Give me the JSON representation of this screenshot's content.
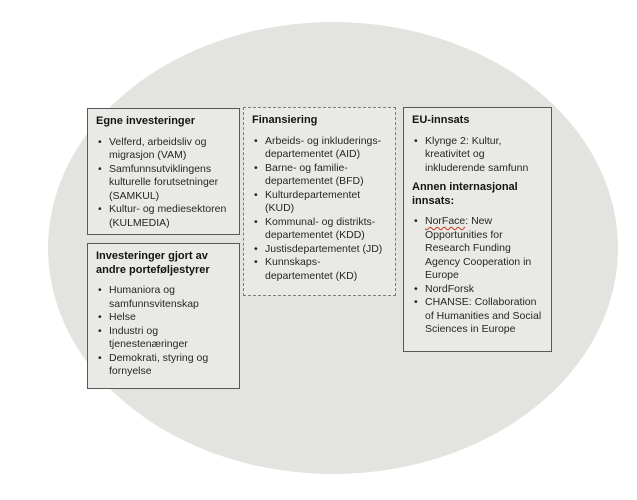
{
  "colors": {
    "page_background": "#ffffff",
    "ellipse_fill": "#e3e3df",
    "box_fill": "#e9e9e5",
    "box_border": "#585858",
    "dashed_border": "#7c7c7c",
    "spellcheck_underline": "#cc3322",
    "text": "#262626"
  },
  "boxes": {
    "own_investments": {
      "title": "Egne investeringer",
      "bullets": [
        "Velferd, arbeidsliv og\nmigrasjon (VAM)",
        "Samfunnsutviklingens\nkulturelle forutsetninger\n(SAMKUL)",
        "Kultur- og mediesektoren\n(KULMEDIA)"
      ]
    },
    "other_portfolios": {
      "title": "Investeringer gjort av\nandre porteføljestyrer",
      "bullets": [
        "Humaniora og\nsamfunnsvitenskap",
        "Helse",
        "Industri og\ntjenestenæringer",
        "Demokrati, styring og\nfornyelse"
      ]
    },
    "financing": {
      "title": "Finansiering",
      "bullets": [
        "Arbeids- og inkluderings-\ndepartementet (AID)",
        "Barne- og familie-\ndepartementet (BFD)",
        "Kulturdepartementet\n(KUD)",
        "Kommunal- og distrikts-\ndepartementet (KDD)",
        "Justisdepartementet (JD)",
        "Kunnskaps-\ndepartementet (KD)"
      ]
    },
    "eu": {
      "title": "EU-innsats",
      "bullets": [
        "Klynge 2: Kultur,\nkreativitet og\ninkluderende samfunn"
      ],
      "subtitle": "Annen internasjonal\ninnsats:",
      "norface_word": "NorFace",
      "norface_rest": ": New\nOpportunities for\nResearch Funding\nAgency Cooperation in\nEurope",
      "intl_bullets": [
        "NordForsk",
        "CHANSE: Collaboration\nof Humanities and Social\nSciences in Europe"
      ]
    }
  }
}
